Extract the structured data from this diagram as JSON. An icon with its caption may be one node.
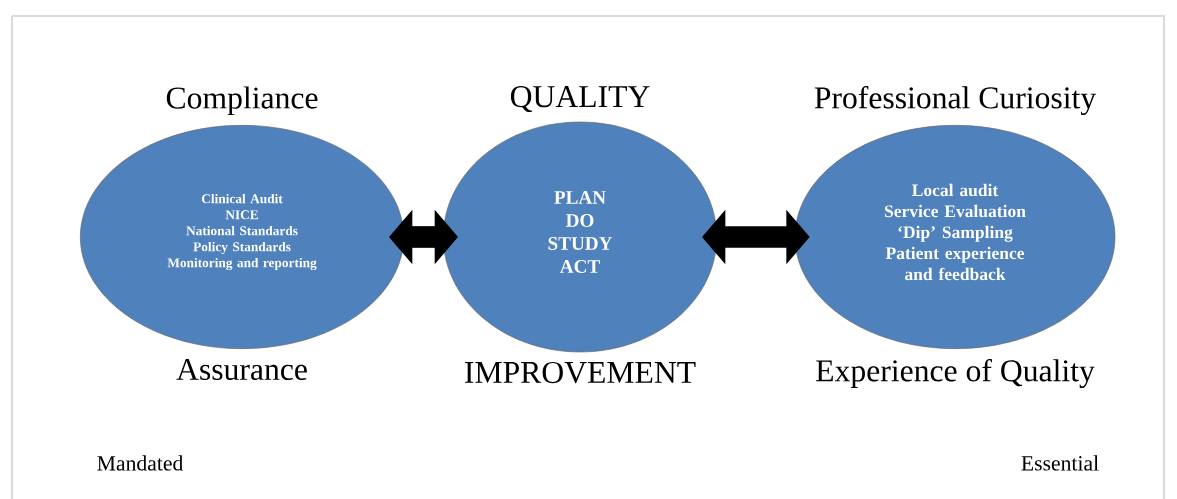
{
  "diagram": {
    "nodes": [
      {
        "text": [
          "Compliance",
          "Clinical Audit",
          "NICE",
          "National Standards",
          "Policy Standards",
          "Monitoring and reporting",
          "Assurance"
        ]
      },
      {
        "text": [
          "QUALITY",
          "PLAN",
          "DO",
          "STUDY",
          "ACT",
          "IMPROVEMENT"
        ]
      },
      {
        "text": [
          "Professional Curiosity",
          "Local audit",
          "Service Evaluation",
          "‘Dip’ Sampling",
          "Patient experience and feedback",
          "Experience of Quality"
        ]
      }
    ],
    "edges": [
      {
        "from": 0,
        "to": 1,
        "arrow": "both"
      },
      {
        "from": 1,
        "to": 2,
        "arrow": "both"
      }
    ],
    "labels": [
      "Mandated",
      "Essential"
    ]
  }
}
